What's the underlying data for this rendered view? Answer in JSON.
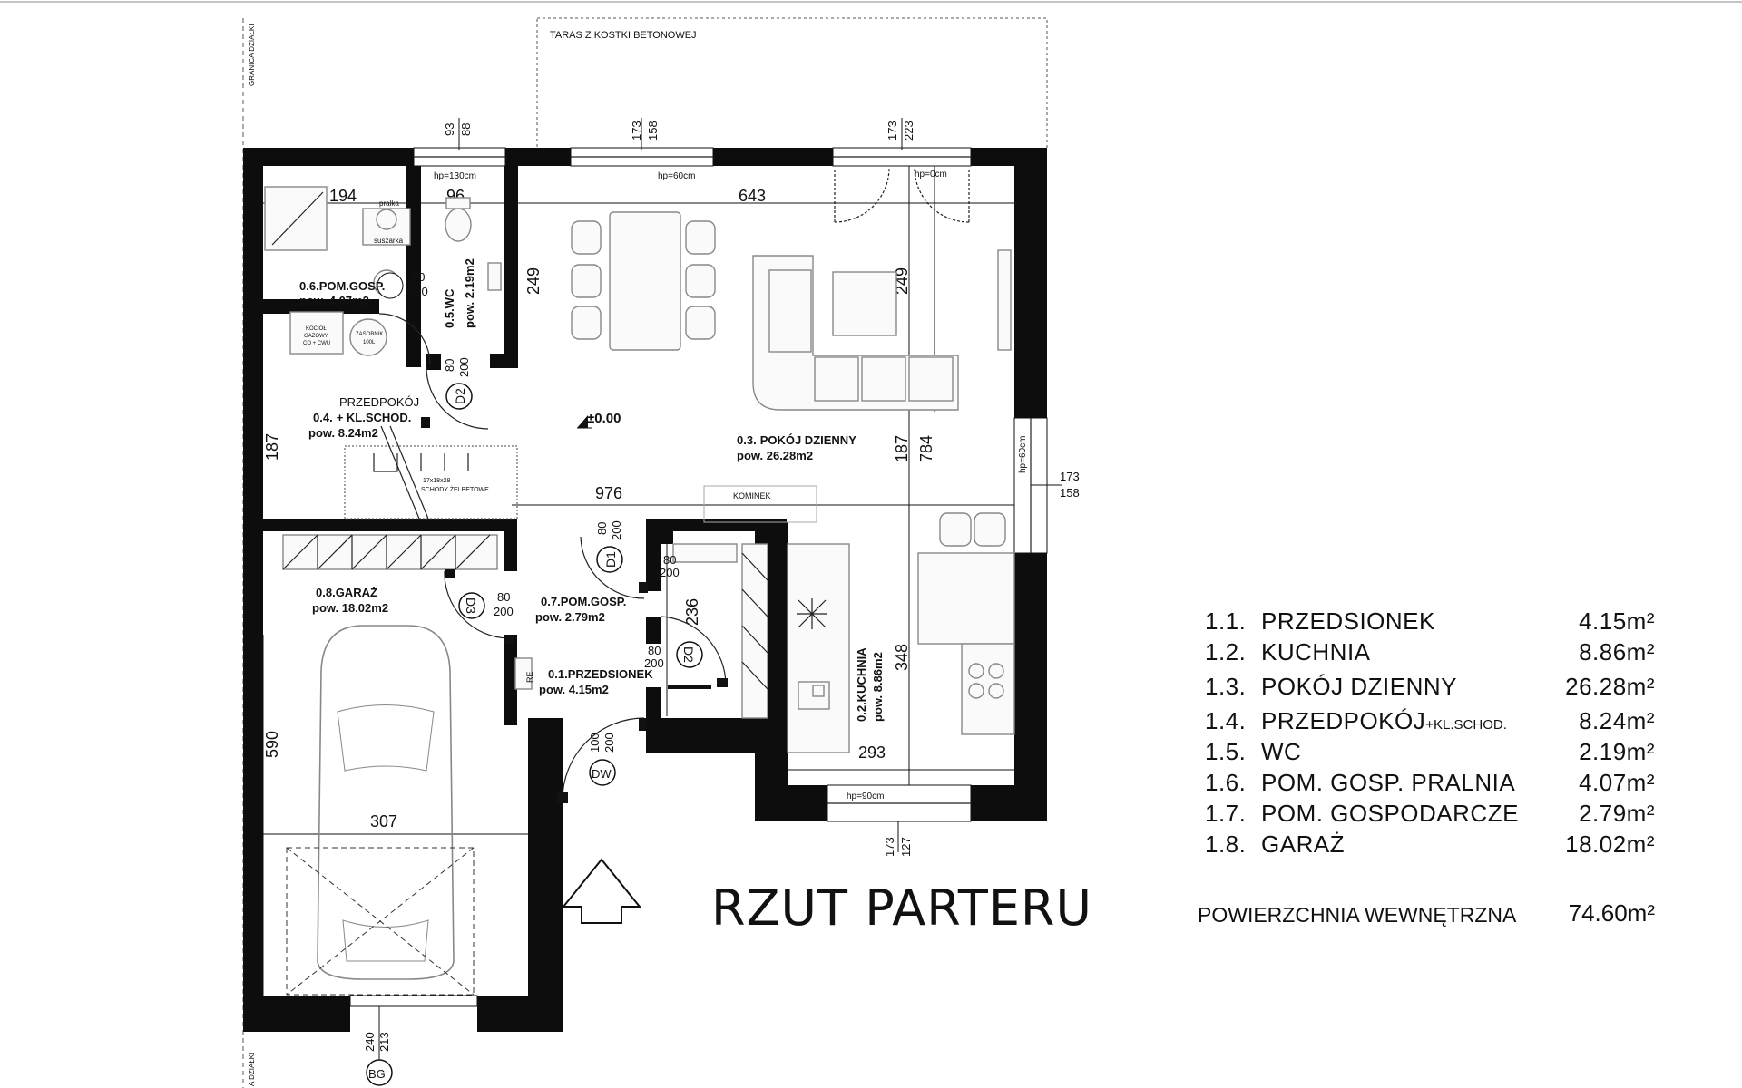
{
  "plan": {
    "title": "RZUT PARTERU",
    "terrace_label": "TARAS Z KOSTKI BETONOWEJ",
    "boundary_label": "GRANICA DZIAŁKI",
    "boundary_label_bottom": "A DZIAŁKI",
    "level_mark": "±0.00",
    "stairs_label": "SCHODY ŻELBETOWE",
    "stairs_steps": "17x18x28",
    "fireplace_label": "KOMINEK",
    "boiler_label_1": "KOCIOŁ",
    "boiler_label_2": "GAZOWY",
    "boiler_label_3": "CO + CWU",
    "tank_label_1": "ZASOBNIK",
    "tank_label_2": "100L",
    "washer_label": "pralka",
    "dryer_label": "suszarka",
    "re_label": "RE",
    "rooms": [
      {
        "num": "0.1.",
        "name": "PRZEDSIONEK",
        "area": "pow. 4.15m2"
      },
      {
        "num": "0.2.",
        "name": "KUCHNIA",
        "area": "pow. 8.86m2"
      },
      {
        "num": "0.3.",
        "name": "POKÓJ DZIENNY",
        "area": "pow. 26.28m2"
      },
      {
        "num": "0.4.",
        "name_line1": "PRZEDPOKÓJ",
        "name": "+ KL.SCHOD.",
        "area": "pow. 8.24m2"
      },
      {
        "num": "0.5.",
        "name": "WC",
        "area": "pow. 2.19m2"
      },
      {
        "num": "0.6.",
        "name": "POM.GOSP.",
        "area": "pow. 4.07m2"
      },
      {
        "num": "0.7.",
        "name": "POM.GOSP.",
        "area": "pow. 2.79m2"
      },
      {
        "num": "0.8.",
        "name": "GARAŻ",
        "area": "pow. 18.02m2"
      }
    ],
    "doors": {
      "d1": "D1",
      "d2": "D2",
      "d3": "D3",
      "d4": "D2",
      "dw": "DW",
      "bg": "BG",
      "d1_w": "80",
      "d1_h": "200",
      "d2_w": "80",
      "d2_h": "200",
      "d3_w": "80",
      "d3_h": "200",
      "d4_w": "80",
      "d4_h": "200",
      "d5_w": "80",
      "d5_h": "200",
      "d6_w": "80",
      "d6_h": "200",
      "dw_w": "100",
      "dw_h": "200",
      "bg_w": "240",
      "bg_h": "213"
    },
    "windows": {
      "w1_top": "93",
      "w1_bot": "88",
      "w1_hp": "hp=130cm",
      "w2_top": "173",
      "w2_bot": "158",
      "w2_hp": "hp=60cm",
      "w3_top": "173",
      "w3_bot": "223",
      "w3_hp": "hp=0cm",
      "w4_top": "173",
      "w4_bot": "158",
      "w4_hp": "hp=60cm",
      "w5_top": "173",
      "w5_bot": "127",
      "w5_hp": "hp=90cm"
    },
    "dims": {
      "d194": "194",
      "d96": "96",
      "d643": "643",
      "d249a": "249",
      "d249b": "249",
      "d187a": "187",
      "d187b": "187",
      "d784": "784",
      "d976": "976",
      "d236": "236",
      "d348": "348",
      "d293": "293",
      "d590": "590",
      "d307": "307"
    }
  },
  "legend": {
    "rows": [
      {
        "num": "1.1.",
        "name": "PRZEDSIONEK",
        "suffix": "",
        "area": "4.15m²"
      },
      {
        "num": "1.2.",
        "name": "KUCHNIA",
        "suffix": "",
        "area": "8.86m²"
      },
      {
        "num": "1.3.",
        "name": "POKÓJ DZIENNY",
        "suffix": "",
        "area": "26.28m²"
      },
      {
        "num": "1.4.",
        "name": "PRZEDPOKÓJ",
        "suffix": "+KL.SCHOD.",
        "area": "8.24m²"
      },
      {
        "num": "1.5.",
        "name": "WC",
        "suffix": "",
        "area": "2.19m²"
      },
      {
        "num": "1.6.",
        "name": "POM. GOSP. PRALNIA",
        "suffix": "",
        "area": "4.07m²"
      },
      {
        "num": "1.7.",
        "name": "POM. GOSPODARCZE",
        "suffix": "",
        "area": "2.79m²"
      },
      {
        "num": "1.8.",
        "name": "GARAŻ",
        "suffix": "",
        "area": "18.02m²"
      }
    ],
    "total_label": "POWIERZCHNIA WEWNĘTRZNA",
    "total_area": "74.60m²"
  }
}
